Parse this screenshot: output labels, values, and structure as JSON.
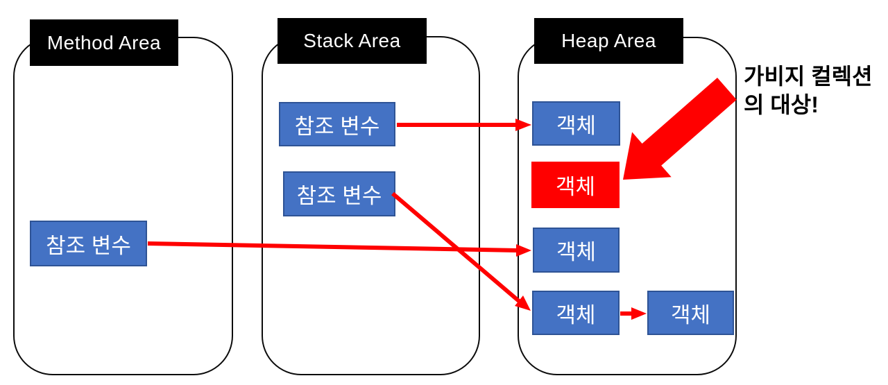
{
  "colors": {
    "box_blue": "#4472C4",
    "box_blue_border": "#2E5395",
    "arrow_red": "#FF0000",
    "header_bg": "#000000",
    "header_text": "#FFFFFF",
    "outline_black": "#0B0B0B"
  },
  "areas": {
    "method": {
      "title": "Method Area",
      "refs": [
        {
          "label": "참조 변수"
        }
      ]
    },
    "stack": {
      "title": "Stack Area",
      "refs": [
        {
          "label": "참조 변수"
        },
        {
          "label": "참조 변수"
        }
      ]
    },
    "heap": {
      "title": "Heap Area",
      "objects": [
        {
          "label": "객체",
          "state": "referenced"
        },
        {
          "label": "객체",
          "state": "garbage"
        },
        {
          "label": "객체",
          "state": "referenced"
        },
        {
          "label": "객체",
          "state": "referenced"
        },
        {
          "label": "객체",
          "state": "referenced"
        }
      ]
    }
  },
  "annotation": {
    "line1": "가비지 컬렉션",
    "line2": "의 대상!"
  },
  "relations": [
    {
      "from": "stack-ref-1",
      "to": "heap-obj-1"
    },
    {
      "from": "stack-ref-2",
      "to": "heap-obj-4"
    },
    {
      "from": "method-ref",
      "to": "heap-obj-3"
    },
    {
      "from": "heap-obj-4",
      "to": "heap-obj-5"
    },
    {
      "from": "gc-annotation",
      "to": "heap-obj-2"
    }
  ]
}
